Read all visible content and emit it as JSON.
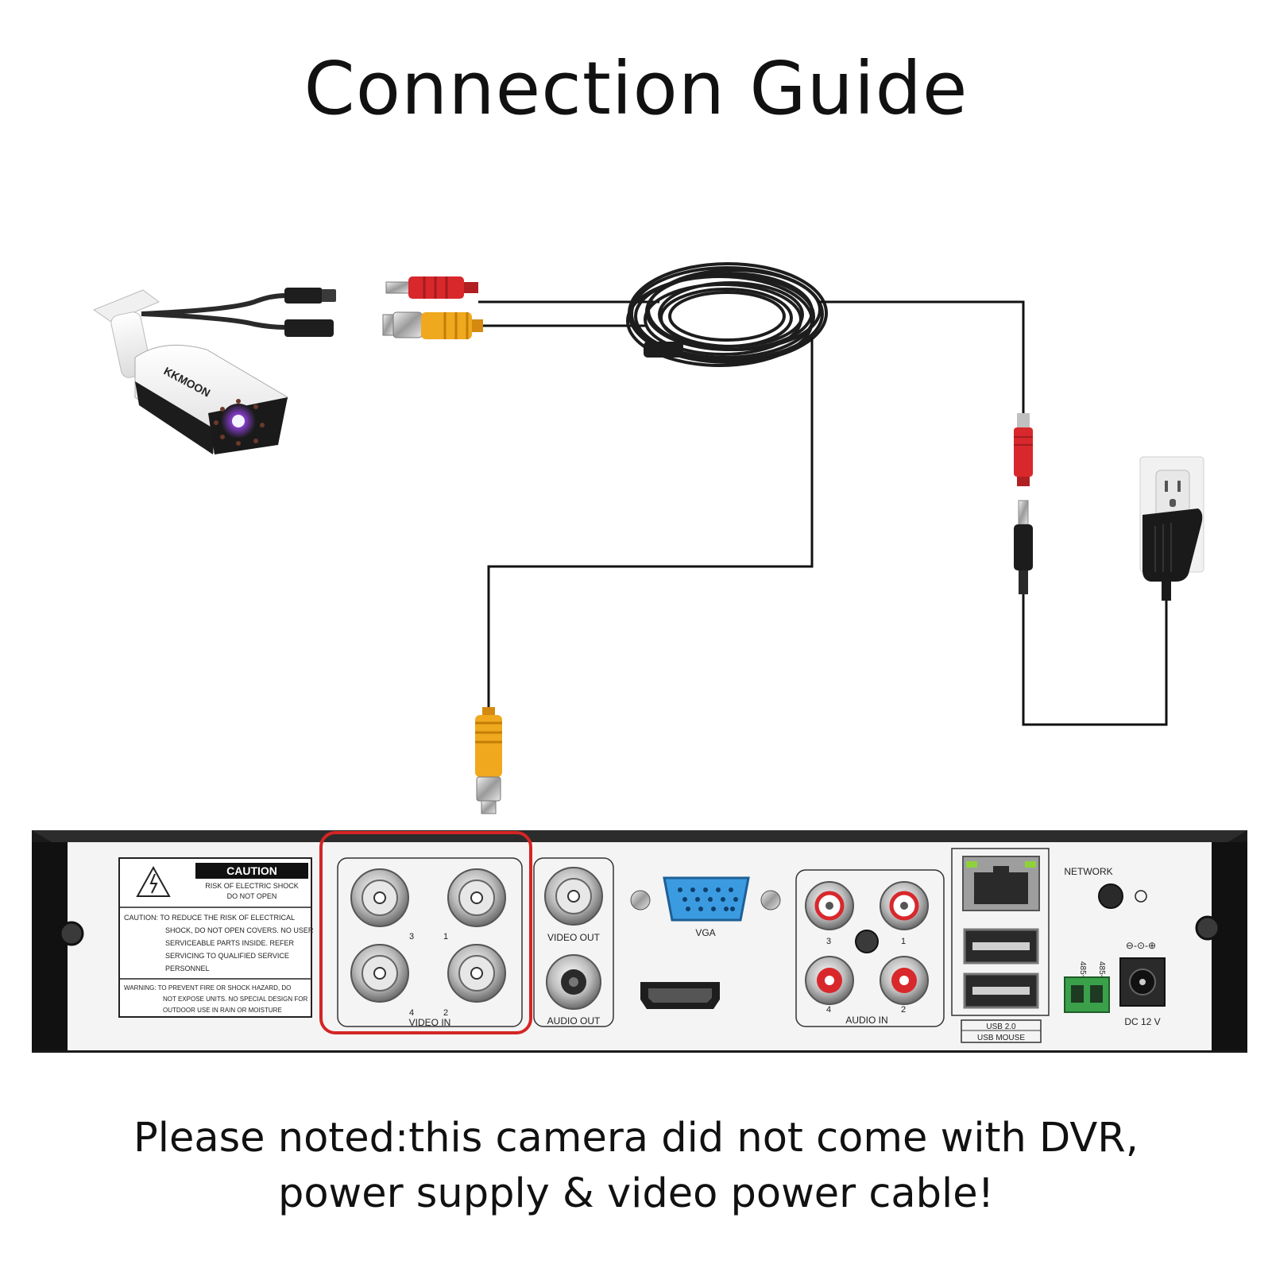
{
  "title": "Connection Guide",
  "note": {
    "line1": "Please noted:this camera did not come with DVR,",
    "line2": "power supply & video power cable!"
  },
  "camera": {
    "brand": "KKMOON"
  },
  "colors": {
    "video_connector": "#f0a81e",
    "power_connector": "#d8282c",
    "highlight_box": "#d42525",
    "cable": "#111111",
    "dvr_panel": "#f4f4f4"
  },
  "dvr": {
    "caution": {
      "heading": "CAUTION",
      "subheading_1": "RISK OF ELECTRIC SHOCK",
      "subheading_2": "DO NOT OPEN",
      "text_lines": [
        "CAUTION: TO REDUCE THE RISK OF ELECTRICAL",
        "SHOCK, DO NOT OPEN COVERS. NO USER",
        "SERVICEABLE PARTS INSIDE. REFER",
        "SERVICING TO QUALIFIED SERVICE",
        "PERSONNEL"
      ],
      "warning_lines": [
        "WARNING: TO PREVENT FIRE OR SHOCK HAZARD, DO",
        "NOT EXPOSE UNITS. NO SPECIAL DESIGN FOR",
        "OUTDOOR USE IN RAIN OR MOISTURE"
      ]
    },
    "video_in": {
      "label": "VIDEO IN",
      "ports": [
        "3",
        "1",
        "4",
        "2"
      ]
    },
    "video_out_label": "VIDEO OUT",
    "audio_out_label": "AUDIO OUT",
    "vga_label": "VGA",
    "audio_in": {
      "label": "AUDIO IN",
      "ports": [
        "3",
        "1",
        "4",
        "2"
      ]
    },
    "usb_label_1": "USB 2.0",
    "usb_label_2": "USB MOUSE",
    "network_label": "NETWORK",
    "rs485_plus": "485+",
    "rs485_minus": "485-",
    "dc_symbols": "⊖-⊙-⊕",
    "dc_label": "DC 12 V"
  }
}
